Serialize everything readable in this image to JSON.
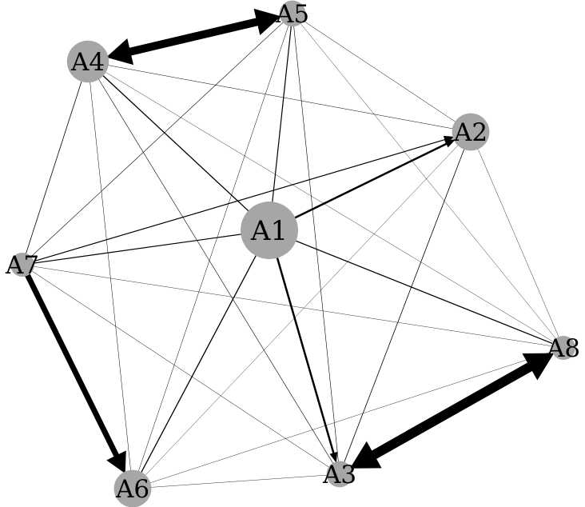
{
  "colors": {
    "background": "#ffffff",
    "node_fill": "#a6a6a6",
    "edge": "#000000",
    "label": "#000000"
  },
  "nodes": [
    {
      "id": "A1",
      "label": "A1",
      "weight": 1.0
    },
    {
      "id": "A2",
      "label": "A2",
      "weight": 0.55
    },
    {
      "id": "A3",
      "label": "A3",
      "weight": 0.3
    },
    {
      "id": "A4",
      "label": "A4",
      "weight": 0.65
    },
    {
      "id": "A5",
      "label": "A5",
      "weight": 0.3
    },
    {
      "id": "A6",
      "label": "A6",
      "weight": 0.55
    },
    {
      "id": "A7",
      "label": "A7",
      "weight": 0.25
    },
    {
      "id": "A8",
      "label": "A8",
      "weight": 0.25
    }
  ],
  "edges": [
    {
      "from": "A4",
      "to": "A5",
      "weight": 10,
      "arrow": "both"
    },
    {
      "from": "A3",
      "to": "A8",
      "weight": 12,
      "arrow": "both"
    },
    {
      "from": "A7",
      "to": "A6",
      "weight": 7,
      "arrow": "end"
    },
    {
      "from": "A1",
      "to": "A2",
      "weight": 2.5,
      "arrow": "end"
    },
    {
      "from": "A1",
      "to": "A3",
      "weight": 2.5,
      "arrow": "end"
    },
    {
      "from": "A7",
      "to": "A2",
      "weight": 1.2,
      "arrow": "end"
    },
    {
      "from": "A1",
      "to": "A8",
      "weight": 1.3,
      "arrow": "none"
    },
    {
      "from": "A1",
      "to": "A6",
      "weight": 1.3,
      "arrow": "none"
    },
    {
      "from": "A1",
      "to": "A4",
      "weight": 1.3,
      "arrow": "none"
    },
    {
      "from": "A1",
      "to": "A5",
      "weight": 1.2,
      "arrow": "none"
    },
    {
      "from": "A1",
      "to": "A7",
      "weight": 1.2,
      "arrow": "none"
    },
    {
      "from": "A4",
      "to": "A7",
      "weight": 0.8,
      "arrow": "none"
    },
    {
      "from": "A4",
      "to": "A6",
      "weight": 0.5,
      "arrow": "none"
    },
    {
      "from": "A4",
      "to": "A3",
      "weight": 0.6,
      "arrow": "none"
    },
    {
      "from": "A4",
      "to": "A2",
      "weight": 0.5,
      "arrow": "none"
    },
    {
      "from": "A4",
      "to": "A8",
      "weight": 0.4,
      "arrow": "none"
    },
    {
      "from": "A5",
      "to": "A2",
      "weight": 0.5,
      "arrow": "none"
    },
    {
      "from": "A5",
      "to": "A7",
      "weight": 0.6,
      "arrow": "none"
    },
    {
      "from": "A5",
      "to": "A6",
      "weight": 0.5,
      "arrow": "none"
    },
    {
      "from": "A5",
      "to": "A3",
      "weight": 0.6,
      "arrow": "none"
    },
    {
      "from": "A5",
      "to": "A8",
      "weight": 0.4,
      "arrow": "none"
    },
    {
      "from": "A2",
      "to": "A3",
      "weight": 0.8,
      "arrow": "none"
    },
    {
      "from": "A2",
      "to": "A6",
      "weight": 0.4,
      "arrow": "none"
    },
    {
      "from": "A2",
      "to": "A8",
      "weight": 0.4,
      "arrow": "none"
    },
    {
      "from": "A7",
      "to": "A3",
      "weight": 0.5,
      "arrow": "none"
    },
    {
      "from": "A7",
      "to": "A8",
      "weight": 0.4,
      "arrow": "none"
    },
    {
      "from": "A6",
      "to": "A3",
      "weight": 0.4,
      "arrow": "none"
    },
    {
      "from": "A6",
      "to": "A8",
      "weight": 0.4,
      "arrow": "none"
    }
  ]
}
